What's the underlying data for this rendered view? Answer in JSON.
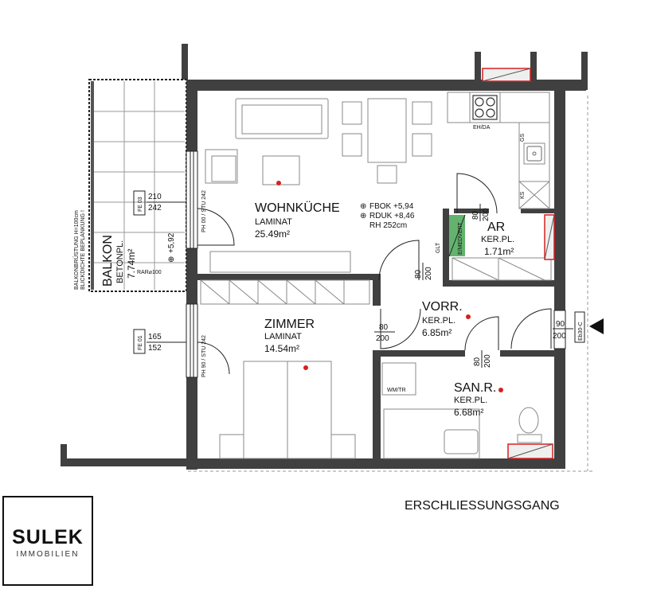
{
  "rooms": {
    "wohnkueche": {
      "name": "WOHNKÜCHE",
      "floor": "LAMINAT",
      "area": "25.49m²"
    },
    "zimmer": {
      "name": "ZIMMER",
      "floor": "LAMINAT",
      "area": "14.54m²"
    },
    "vorr": {
      "name": "VORR.",
      "floor": "KER.PL.",
      "area": "6.85m²"
    },
    "sanr": {
      "name": "SAN.R.",
      "floor": "KER.PL.",
      "area": "6.68m²"
    },
    "ar": {
      "name": "AR",
      "floor": "KER.PL.",
      "area": "1.71m²"
    },
    "balkon": {
      "name": "BALKON",
      "floor": "BETONPL.",
      "area": "7.74m²"
    }
  },
  "levels": {
    "fbok": "FBOK +5,94",
    "rduk": "RDUK +8,46",
    "rh": "RH 252cm"
  },
  "windows": {
    "fe03": {
      "id": "FE 03",
      "w": "210",
      "h": "242",
      "type": "PH 00 / STU 242"
    },
    "fe01": {
      "id": "FE 01",
      "w": "165",
      "h": "152",
      "type": "PH 90 / STU 242"
    }
  },
  "doors": {
    "ar_w": "80",
    "ar_h": "200",
    "vorr_w": "80",
    "vorr_h": "200",
    "zimmer_w": "80",
    "zimmer_h": "200",
    "sanr_w": "80",
    "sanr_h": "200",
    "entry_w": "90",
    "entry_h": "200",
    "entry_type": "Eb30-C"
  },
  "labels": {
    "ehda": "EH/DA",
    "gs": "GS",
    "ks": "KS",
    "glt": "GLT",
    "emedverb": "E/MEDVERT",
    "wmtr": "WM/TR",
    "balkon_level": "+5,92",
    "rar": "RAR⌀100",
    "balkon_note_1": "BALKONBRÜSTUNG H=100cm",
    "balkon_note_2": "BLICKDICHTE BEPLANKUNG !",
    "corridor": "ERSCHLIESSUNGSGANG"
  },
  "brand": {
    "name": "SULEK",
    "tagline": "IMMOBILIEN"
  }
}
